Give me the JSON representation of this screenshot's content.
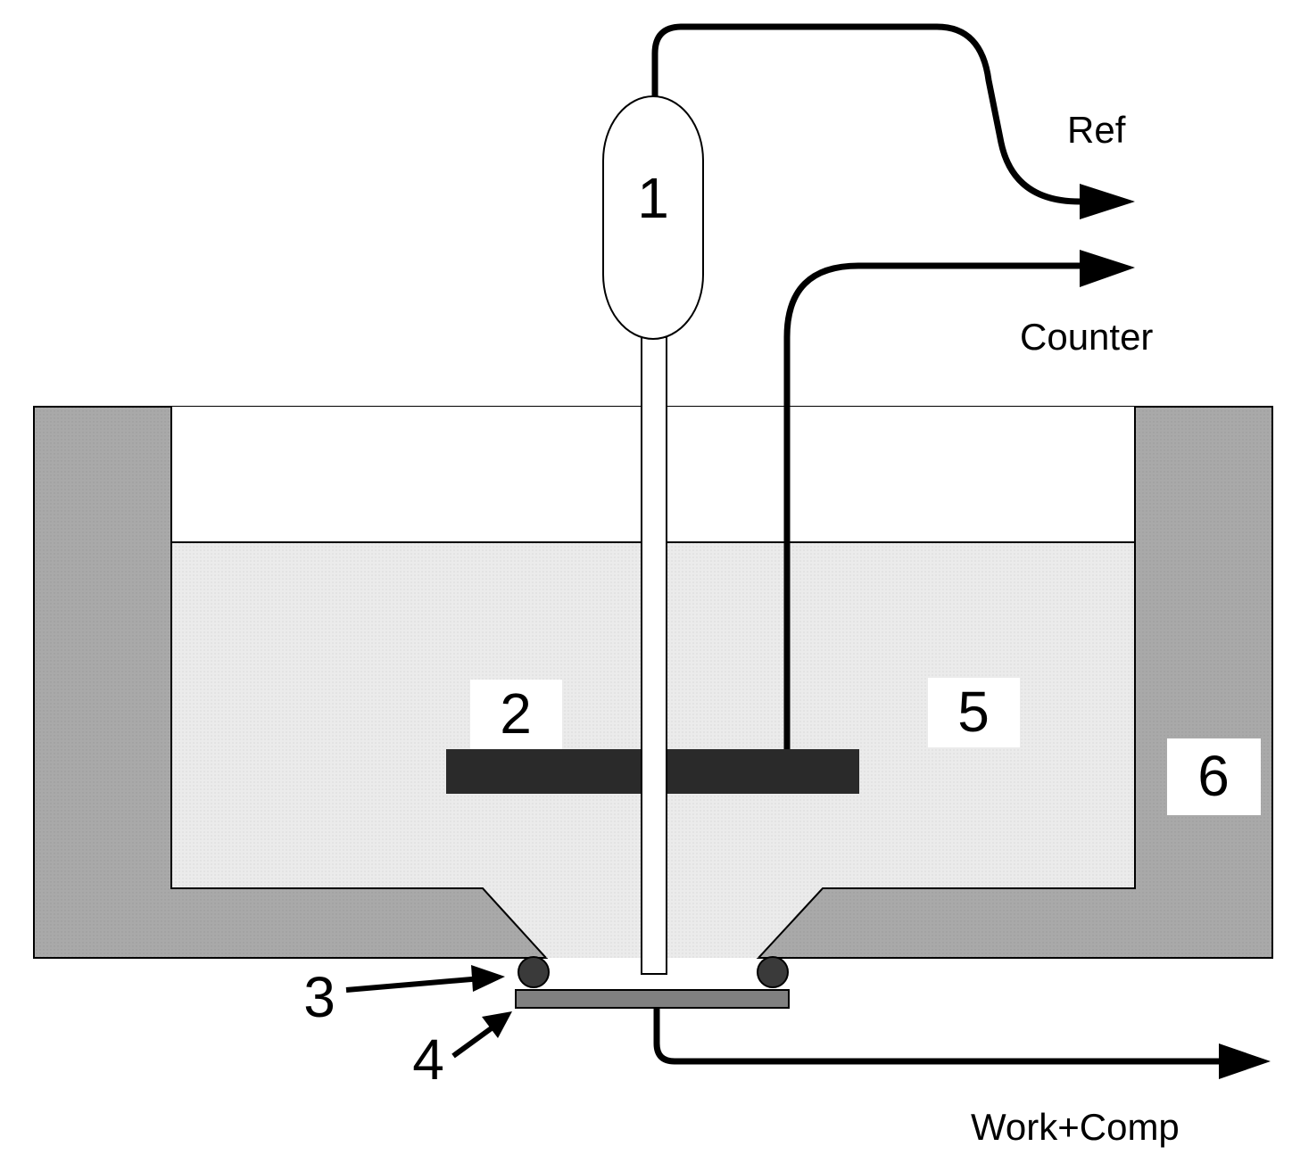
{
  "labels": {
    "ref": "Ref",
    "counter": "Counter",
    "work_comp": "Work+Comp",
    "part1": "1",
    "part2": "2",
    "part3": "3",
    "part4": "4",
    "part5": "5",
    "part6": "6"
  },
  "colors": {
    "housing": "#a8a8a8",
    "electrolyte": "#e6e6e6",
    "electrode": "#2a2a2a",
    "oring": "#3a3a3a",
    "sample": "#808080",
    "line": "#000000"
  }
}
